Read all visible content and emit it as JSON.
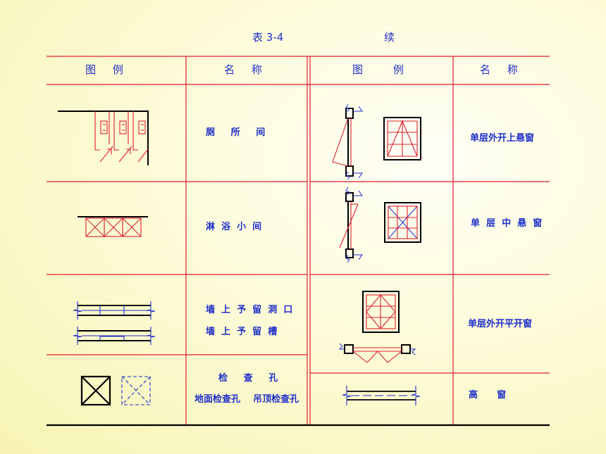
{
  "caption": {
    "table_no": "表 3-4",
    "cont": "续"
  },
  "header": {
    "legend_left": "图     例",
    "name_left": "名     称",
    "legend_right": "图         例",
    "name_right": "名     称"
  },
  "left_rows": [
    {
      "name": "厕     所     间"
    },
    {
      "name": "淋  浴  小  间"
    },
    {
      "name_line1": "墙  上  予  留  洞  口",
      "name_line2": "墙  上  予  留  槽"
    },
    {
      "name_line1": "检     查     孔",
      "name_line2": "地面检查孔    吊顶检查孔"
    }
  ],
  "right_rows": [
    {
      "name": "单层外开上悬窗"
    },
    {
      "name": "单  层  中  悬  窗"
    },
    {
      "name": "单层外开平开窗"
    },
    {
      "name": "高      窗"
    }
  ],
  "colors": {
    "grid_red": "#e21e2c",
    "text_blue": "#1f2fc8",
    "ink_black": "#000000"
  }
}
